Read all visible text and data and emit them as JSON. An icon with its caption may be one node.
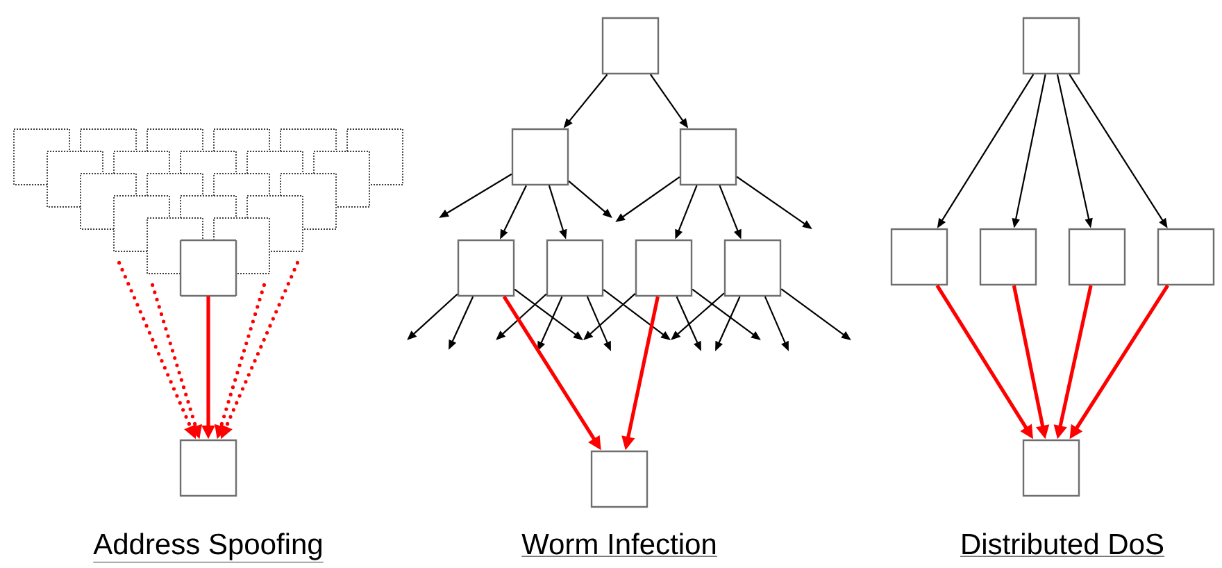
{
  "diagram": {
    "nodes": [
      {
        "text": [],
        "shape": "box"
      },
      {
        "text": [],
        "shape": "box"
      },
      {
        "text": [],
        "shape": "box"
      },
      {
        "text": [],
        "shape": "box"
      },
      {
        "text": [],
        "shape": "box"
      },
      {
        "text": [],
        "shape": "box"
      },
      {
        "text": [],
        "shape": "box"
      },
      {
        "text": [],
        "shape": "box"
      },
      {
        "text": [],
        "shape": "box"
      },
      {
        "text": [],
        "shape": "box"
      },
      {
        "text": [],
        "shape": "box"
      },
      {
        "text": [],
        "shape": "box"
      },
      {
        "text": [],
        "shape": "box"
      },
      {
        "text": [],
        "shape": "box"
      },
      {
        "text": [],
        "shape": "box"
      },
      {
        "text": [],
        "shape": "box"
      },
      {
        "text": [],
        "shape": "box"
      },
      {
        "text": [],
        "shape": "box"
      },
      {
        "text": [],
        "shape": "box"
      },
      {
        "text": [],
        "shape": "box"
      },
      {
        "text": [],
        "shape": "box"
      },
      {
        "text": [],
        "shape": "box"
      },
      {
        "text": [],
        "shape": "box"
      },
      {
        "text": [],
        "shape": "box"
      },
      {
        "text": [],
        "shape": "box"
      },
      {
        "text": [],
        "shape": "box"
      },
      {
        "text": [],
        "shape": "box"
      },
      {
        "text": [],
        "shape": "box"
      },
      {
        "text": [],
        "shape": "box"
      },
      {
        "text": [],
        "shape": "box"
      },
      {
        "text": [],
        "shape": "box"
      },
      {
        "text": [],
        "shape": "box"
      },
      {
        "text": [],
        "shape": "box"
      },
      {
        "text": [],
        "shape": "box"
      },
      {
        "text": [],
        "shape": "box"
      },
      {
        "text": [],
        "shape": "box"
      }
    ],
    "edges": [
      {
        "from": 15,
        "to": 21,
        "arrow": "to",
        "style": "dashed",
        "color": "#ff0000"
      },
      {
        "from": 18,
        "to": 21,
        "arrow": "to",
        "style": "dashed",
        "color": "#ff0000"
      },
      {
        "from": 20,
        "to": 21,
        "arrow": "to",
        "style": "thick",
        "color": "#ff0000"
      },
      {
        "from": 19,
        "to": 21,
        "arrow": "to",
        "style": "dashed",
        "color": "#ff0000"
      },
      {
        "from": 17,
        "to": 21,
        "arrow": "to",
        "style": "dashed",
        "color": "#ff0000"
      },
      {
        "from": 22,
        "to": 23,
        "arrow": "to"
      },
      {
        "from": 22,
        "to": 24,
        "arrow": "to"
      },
      {
        "from": 23,
        "to": null,
        "arrow": "to"
      },
      {
        "from": 23,
        "to": 25,
        "arrow": "to"
      },
      {
        "from": 23,
        "to": 26,
        "arrow": "to"
      },
      {
        "from": 23,
        "to": null,
        "arrow": "to"
      },
      {
        "from": 24,
        "to": null,
        "arrow": "to"
      },
      {
        "from": 24,
        "to": 27,
        "arrow": "to"
      },
      {
        "from": 24,
        "to": 28,
        "arrow": "to"
      },
      {
        "from": 24,
        "to": null,
        "arrow": "to"
      },
      {
        "from": 25,
        "to": null,
        "arrow": "to"
      },
      {
        "from": 25,
        "to": null,
        "arrow": "to"
      },
      {
        "from": 25,
        "to": null,
        "arrow": "to"
      },
      {
        "from": 26,
        "to": null,
        "arrow": "to"
      },
      {
        "from": 26,
        "to": null,
        "arrow": "to"
      },
      {
        "from": 26,
        "to": null,
        "arrow": "to"
      },
      {
        "from": 26,
        "to": null,
        "arrow": "to"
      },
      {
        "from": 27,
        "to": null,
        "arrow": "to"
      },
      {
        "from": 27,
        "to": null,
        "arrow": "to"
      },
      {
        "from": 27,
        "to": null,
        "arrow": "to"
      },
      {
        "from": 28,
        "to": null,
        "arrow": "to"
      },
      {
        "from": 28,
        "to": null,
        "arrow": "to"
      },
      {
        "from": 28,
        "to": null,
        "arrow": "to"
      },
      {
        "from": 28,
        "to": null,
        "arrow": "to"
      },
      {
        "from": 25,
        "to": 29,
        "arrow": "to",
        "style": "thick",
        "color": "#ff0000"
      },
      {
        "from": 27,
        "to": 29,
        "arrow": "to",
        "style": "thick",
        "color": "#ff0000"
      },
      {
        "from": 30,
        "to": 31,
        "arrow": "to"
      },
      {
        "from": 30,
        "to": 32,
        "arrow": "to"
      },
      {
        "from": 30,
        "to": 33,
        "arrow": "to"
      },
      {
        "from": 30,
        "to": 34,
        "arrow": "to"
      },
      {
        "from": 31,
        "to": 35,
        "arrow": "to",
        "style": "thick",
        "color": "#ff0000"
      },
      {
        "from": 32,
        "to": 35,
        "arrow": "to",
        "style": "thick",
        "color": "#ff0000"
      },
      {
        "from": 33,
        "to": 35,
        "arrow": "to",
        "style": "thick",
        "color": "#ff0000"
      },
      {
        "from": 34,
        "to": 35,
        "arrow": "to",
        "style": "thick",
        "color": "#ff0000"
      }
    ],
    "labels": [
      "Address Spoofing",
      "Worm Infection",
      "Distributed DoS"
    ]
  }
}
